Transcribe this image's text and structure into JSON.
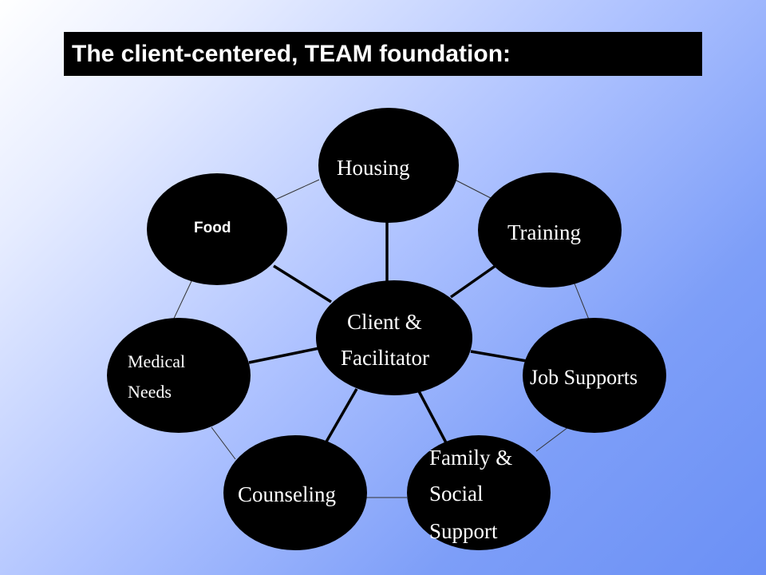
{
  "title": "The client-centered, TEAM foundation:",
  "center": {
    "lines": [
      "Client &",
      "Facilitator"
    ]
  },
  "nodes": {
    "housing": {
      "lines": [
        "Housing"
      ]
    },
    "training": {
      "lines": [
        "Training"
      ]
    },
    "job_supports": {
      "lines": [
        "Job Supports"
      ]
    },
    "family_social": {
      "lines": [
        "Family &",
        "Social",
        "Support"
      ]
    },
    "counseling": {
      "lines": [
        "Counseling"
      ]
    },
    "medical_needs": {
      "lines": [
        "Medical",
        "Needs"
      ]
    },
    "food": {
      "lines": [
        "Food"
      ]
    }
  }
}
